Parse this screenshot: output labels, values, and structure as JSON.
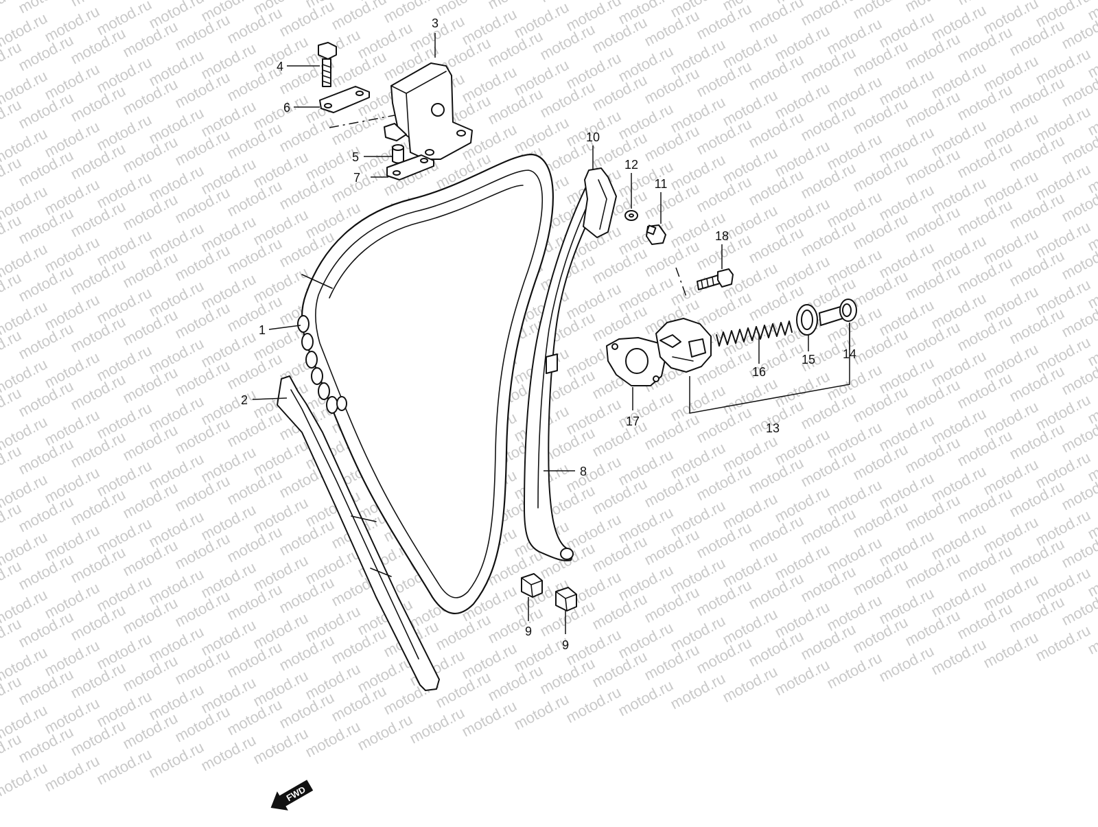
{
  "watermark": {
    "text": "motod.ru"
  },
  "callouts": [
    {
      "id": "1",
      "label": "1"
    },
    {
      "id": "2",
      "label": "2"
    },
    {
      "id": "3",
      "label": "3"
    },
    {
      "id": "4",
      "label": "4"
    },
    {
      "id": "5",
      "label": "5"
    },
    {
      "id": "6",
      "label": "6"
    },
    {
      "id": "7",
      "label": "7"
    },
    {
      "id": "8",
      "label": "8"
    },
    {
      "id": "9a",
      "label": "9"
    },
    {
      "id": "9b",
      "label": "9"
    },
    {
      "id": "10",
      "label": "10"
    },
    {
      "id": "11",
      "label": "11"
    },
    {
      "id": "12",
      "label": "12"
    },
    {
      "id": "13",
      "label": "13"
    },
    {
      "id": "14",
      "label": "14"
    },
    {
      "id": "15",
      "label": "15"
    },
    {
      "id": "16",
      "label": "16"
    },
    {
      "id": "17",
      "label": "17"
    },
    {
      "id": "18",
      "label": "18"
    }
  ],
  "fwd_badge": {
    "label": "FWD"
  }
}
